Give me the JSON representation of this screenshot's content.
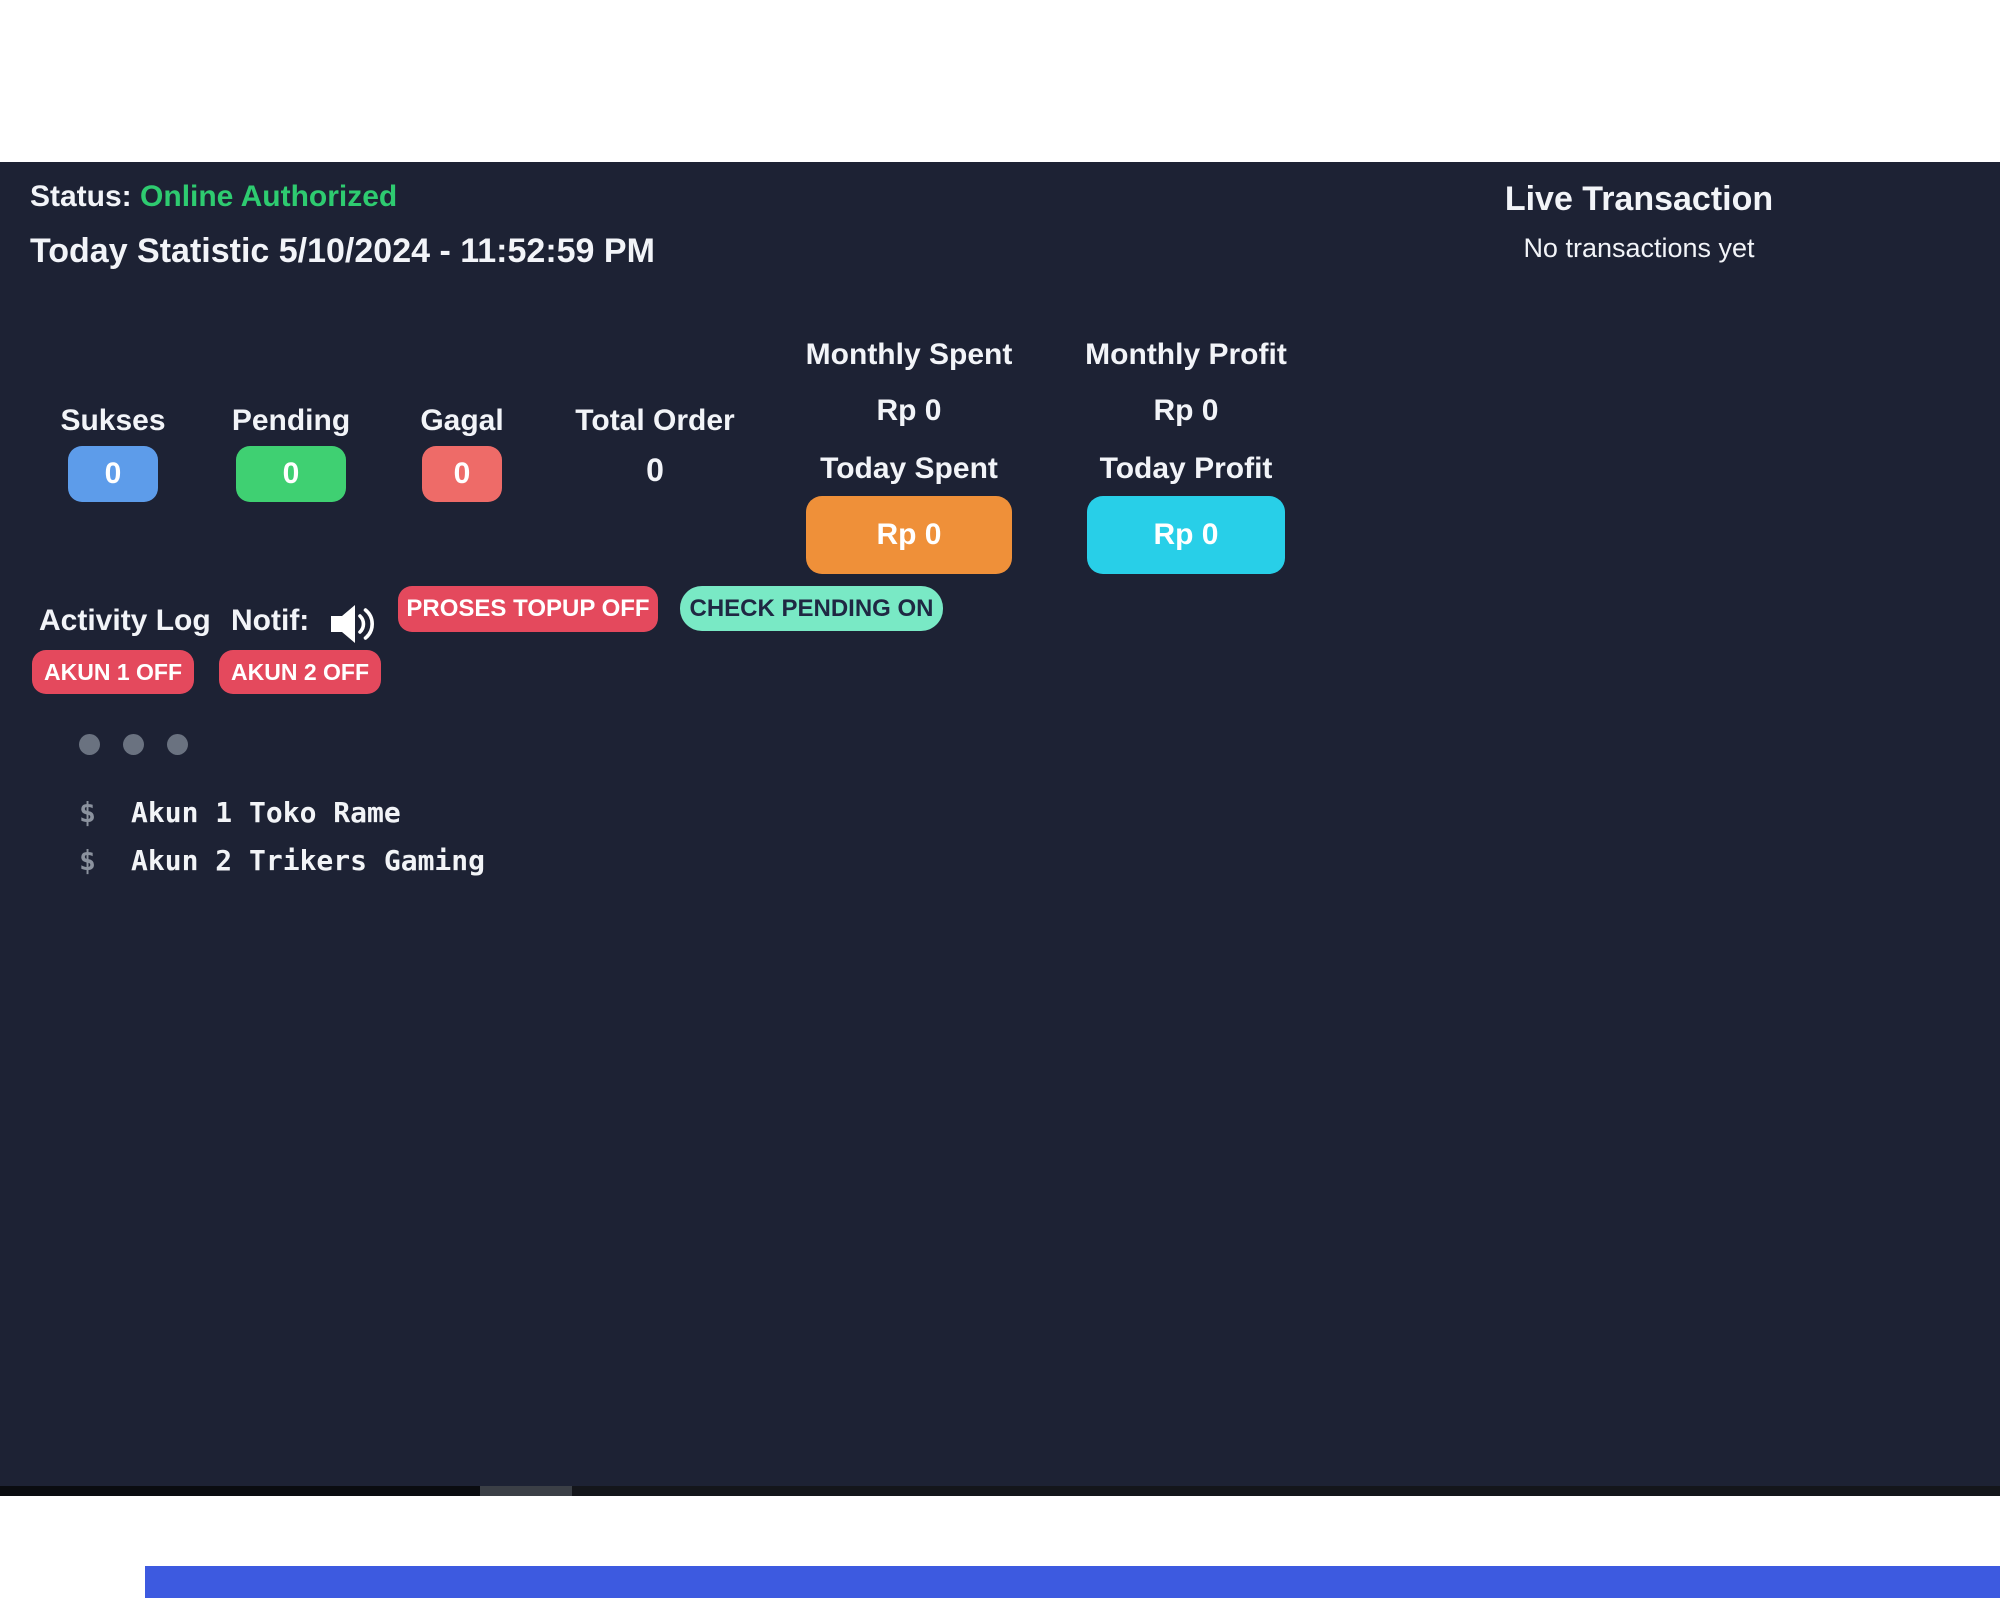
{
  "header": {
    "status_label": "Status:",
    "status_value": "Online Authorized",
    "title": "Today Statistic 5/10/2024 - 11:52:59 PM"
  },
  "live_transaction": {
    "title": "Live Transaction",
    "empty_message": "No transactions yet"
  },
  "stats": {
    "sukses": {
      "label": "Sukses",
      "value": "0"
    },
    "pending": {
      "label": "Pending",
      "value": "0"
    },
    "gagal": {
      "label": "Gagal",
      "value": "0"
    },
    "total_order": {
      "label": "Total Order",
      "value": "0"
    },
    "monthly_spent": {
      "label": "Monthly Spent",
      "value": "Rp 0"
    },
    "monthly_profit": {
      "label": "Monthly Profit",
      "value": "Rp 0"
    },
    "today_spent": {
      "label": "Today Spent",
      "value": "Rp 0"
    },
    "today_profit": {
      "label": "Today Profit",
      "value": "Rp 0"
    }
  },
  "activity": {
    "label": "Activity Log",
    "notif_label": "Notif:",
    "notif_icon": "speaker-icon",
    "buttons": {
      "proses_topup": "PROSES TOPUP OFF",
      "check_pending": "CHECK PENDING ON",
      "akun1": "AKUN 1 OFF",
      "akun2": "AKUN 2 OFF"
    }
  },
  "terminal": {
    "prompt": "$",
    "lines": [
      "Akun 1 Toko Rame",
      "Akun 2 Trikers Gaming"
    ]
  },
  "colors": {
    "panel_background": "#1d2234",
    "status_online": "#2ecb70",
    "badge_sukses": "#5d9cea",
    "badge_pending": "#3fd072",
    "badge_gagal": "#ee6b68",
    "badge_today_spent": "#ef9039",
    "badge_today_profit": "#28cfe8",
    "button_red": "#e4495d",
    "button_teal": "#79e9c5",
    "bottom_bar_blue": "#3d5ae0"
  }
}
